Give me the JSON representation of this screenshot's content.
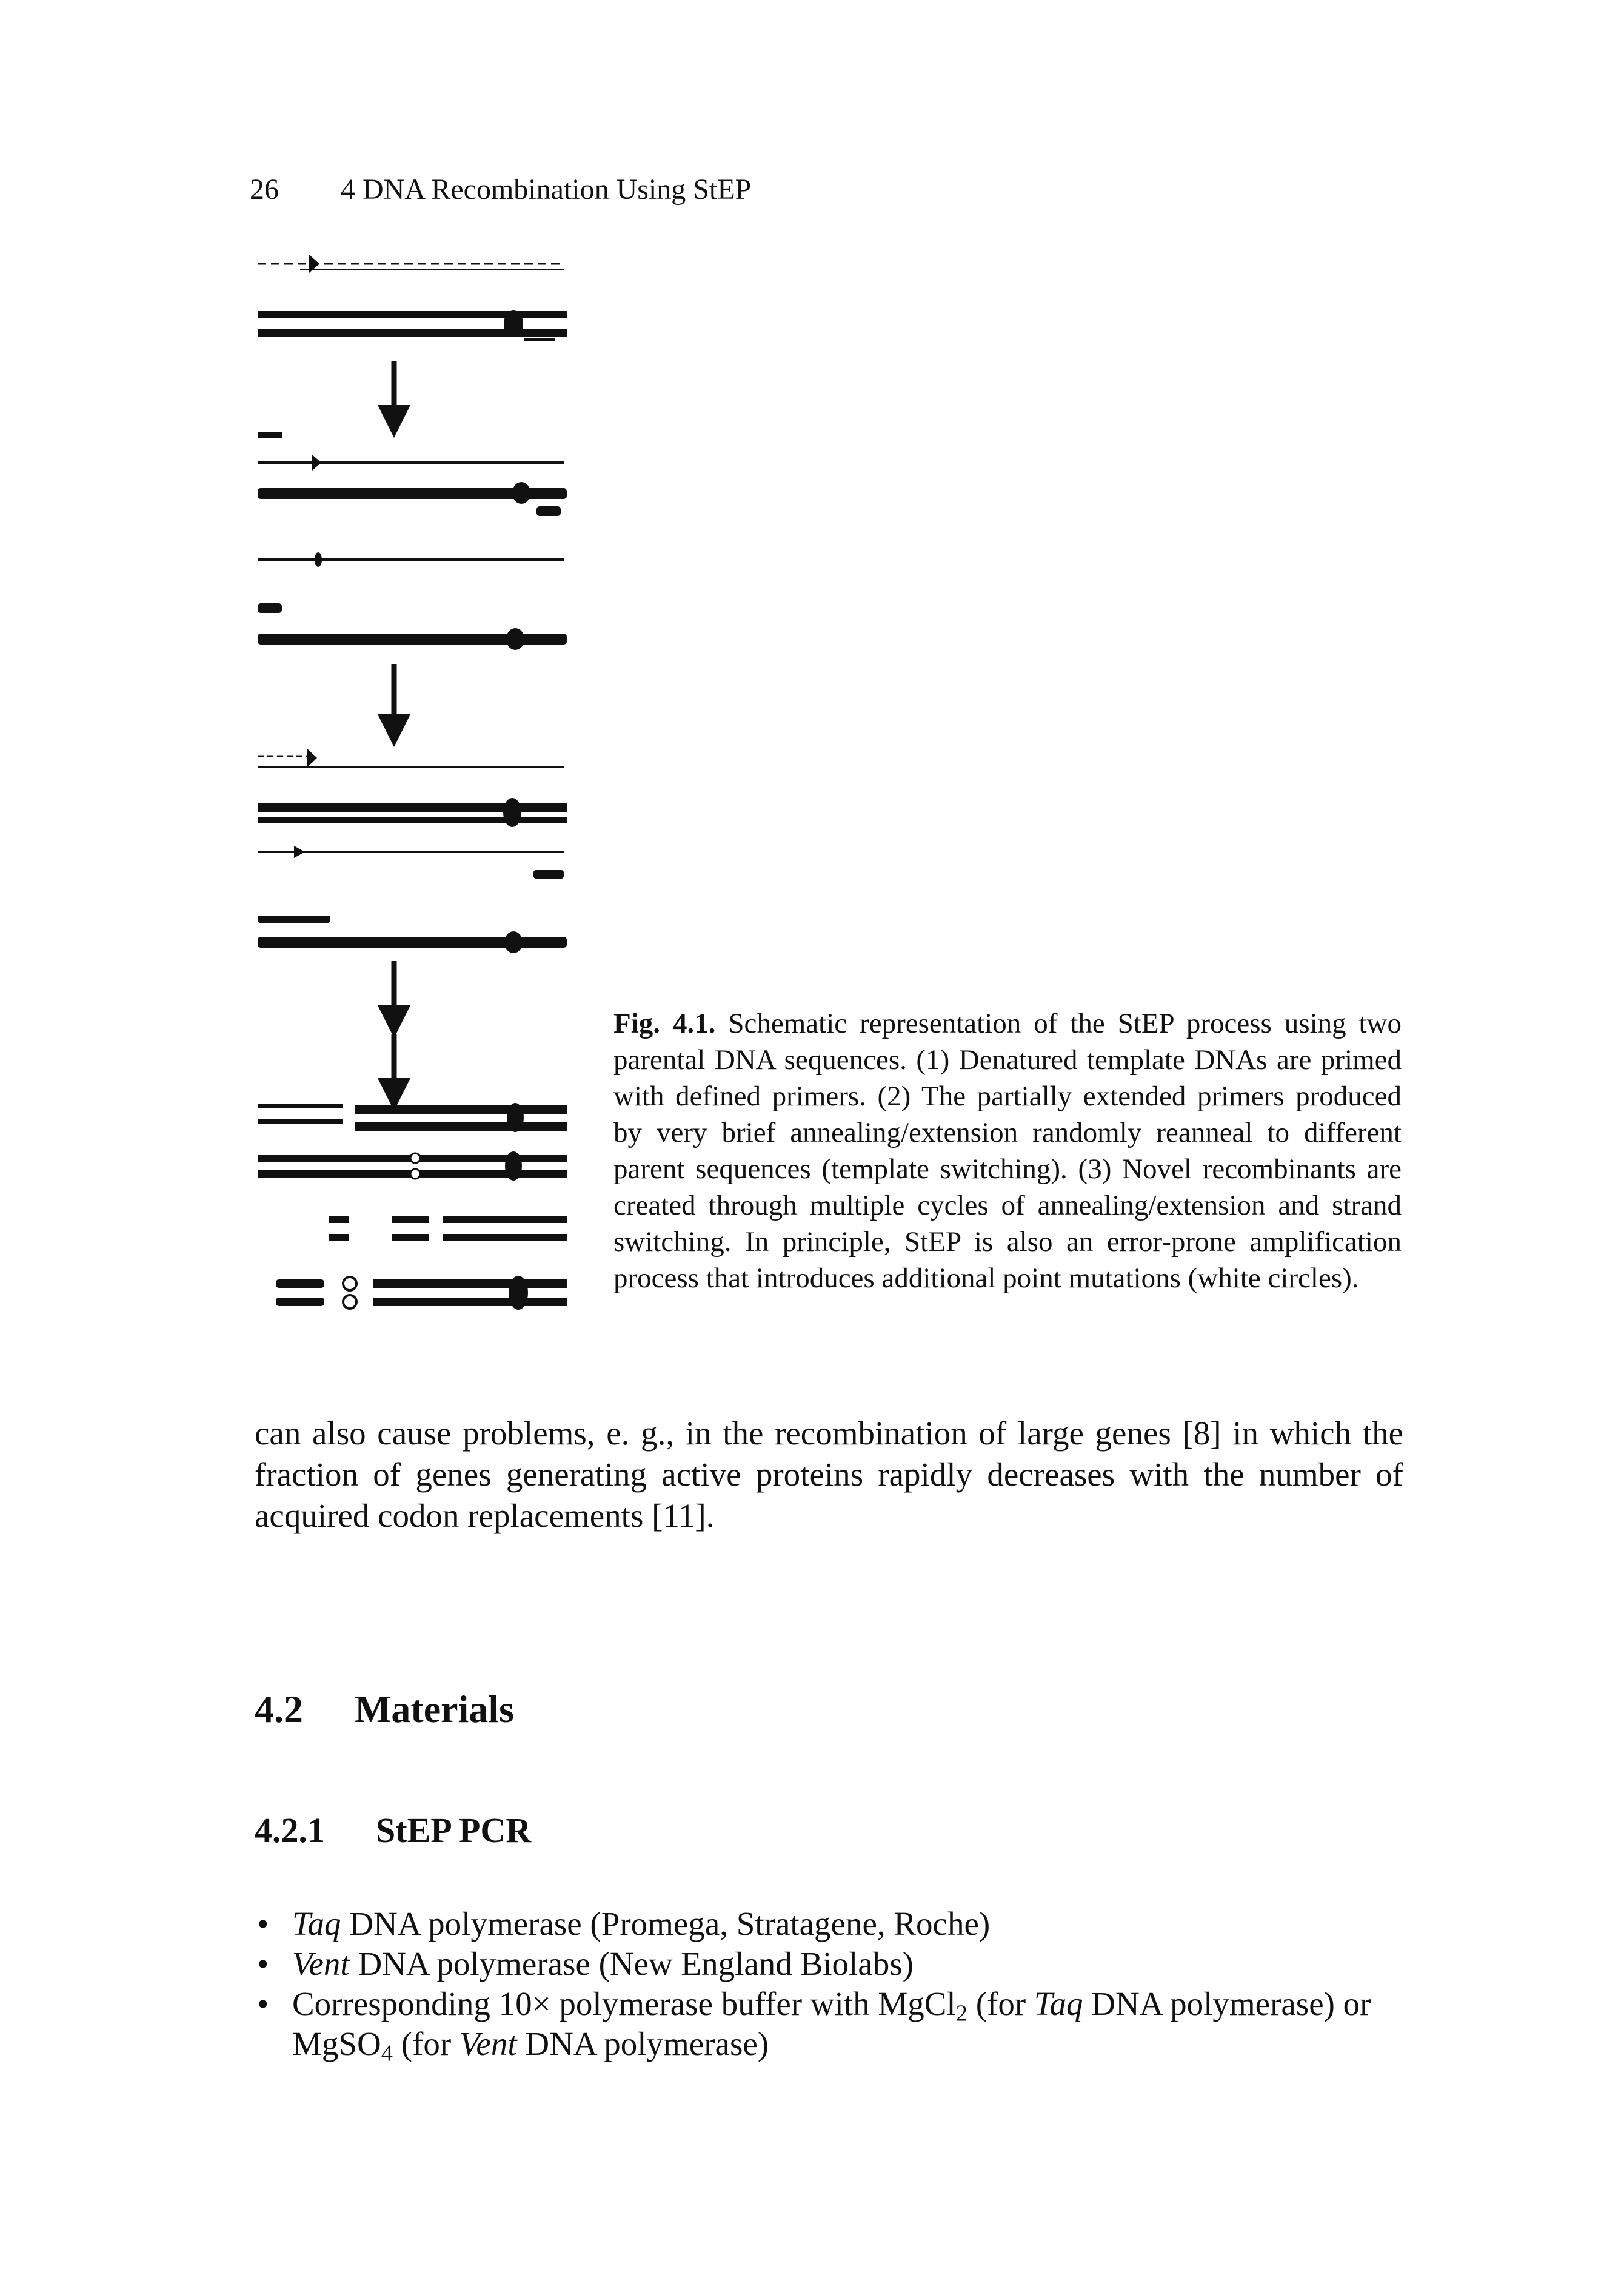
{
  "header": {
    "page_number": "26",
    "running_title": "4 DNA Recombination Using StEP"
  },
  "figure": {
    "label": "Fig. 4.1.",
    "caption": "Schematic representation of the StEP process using two parental DNA sequences. (1) Denatured template DNAs are primed with defined primers. (2) The partially extended primers produced by very brief annealing/extension randomly reanneal to different parent sequences (template switching). (3) Novel recombinants are created through multiple cycles of annealing/extension and strand switching. In principle, StEP is also an error-prone amplification process that introduces additional point mutations (white circles)."
  },
  "body": {
    "paragraph": "can also cause problems, e. g., in the recombination of large genes [8] in which the fraction of genes generating active proteins rapidly decreases with the number of acquired codon replacements [11]."
  },
  "section": {
    "number": "4.2",
    "title": "Materials"
  },
  "subsection": {
    "number": "4.2.1",
    "title": "StEP PCR"
  },
  "list": {
    "item1": {
      "enzyme": "Taq",
      "rest": " DNA polymerase (Promega, Stratagene, Roche)"
    },
    "item2": {
      "enzyme": "Vent",
      "rest": " DNA polymerase (New England Biolabs)"
    },
    "item3": {
      "a": "Corresponding 10× polymerase buffer with MgCl",
      "a_sub": "2",
      "b": " (for ",
      "c": "Taq",
      "d": " DNA polymerase) or MgSO",
      "d_sub": "4",
      "e": " (for ",
      "f": "Vent",
      "g": " DNA polymerase)"
    }
  }
}
